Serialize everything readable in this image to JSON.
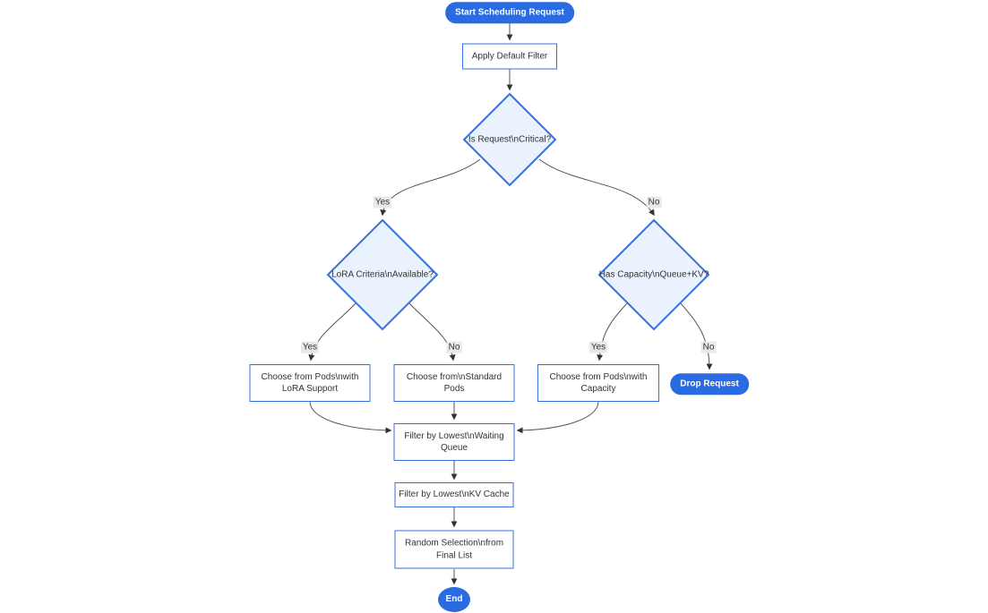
{
  "colors": {
    "accent": "#2a6be2",
    "node-border": "#3671e0",
    "decision-fill": "#e9f2fd",
    "node-fill": "#ffffff",
    "edge": "#555555",
    "edge-label-bg": "#e8e8e8",
    "text": "#333333",
    "pill-text": "#ffffff"
  },
  "nodes": {
    "start": {
      "type": "stadium",
      "lines": [
        "Start Scheduling Request"
      ]
    },
    "apply_filter": {
      "type": "process",
      "lines": [
        "Apply Default Filter"
      ]
    },
    "is_critical": {
      "type": "decision",
      "lines": [
        "Is Request\\nCritical?"
      ]
    },
    "lora_available": {
      "type": "decision",
      "lines": [
        "LoRA Criteria\\nAvailable?"
      ]
    },
    "has_capacity": {
      "type": "decision",
      "lines": [
        "Has Capacity\\nQueue+KV?"
      ]
    },
    "choose_lora": {
      "type": "process",
      "lines": [
        "Choose from Pods\\nwith",
        "LoRA Support"
      ]
    },
    "choose_standard": {
      "type": "process",
      "lines": [
        "Choose from\\nStandard",
        "Pods"
      ]
    },
    "choose_capacity": {
      "type": "process",
      "lines": [
        "Choose from Pods\\nwith",
        "Capacity"
      ]
    },
    "drop_request": {
      "type": "stadium",
      "lines": [
        "Drop Request"
      ]
    },
    "filter_queue": {
      "type": "process",
      "lines": [
        "Filter by Lowest\\nWaiting",
        "Queue"
      ]
    },
    "filter_kv": {
      "type": "process",
      "lines": [
        "Filter by Lowest\\nKV Cache"
      ]
    },
    "random_selection": {
      "type": "process",
      "lines": [
        "Random Selection\\nfrom",
        "Final List"
      ]
    },
    "end": {
      "type": "circle",
      "lines": [
        "End"
      ]
    }
  },
  "edge_labels": {
    "critical_yes": "Yes",
    "critical_no": "No",
    "lora_yes": "Yes",
    "lora_no": "No",
    "capacity_yes": "Yes",
    "capacity_no": "No"
  }
}
